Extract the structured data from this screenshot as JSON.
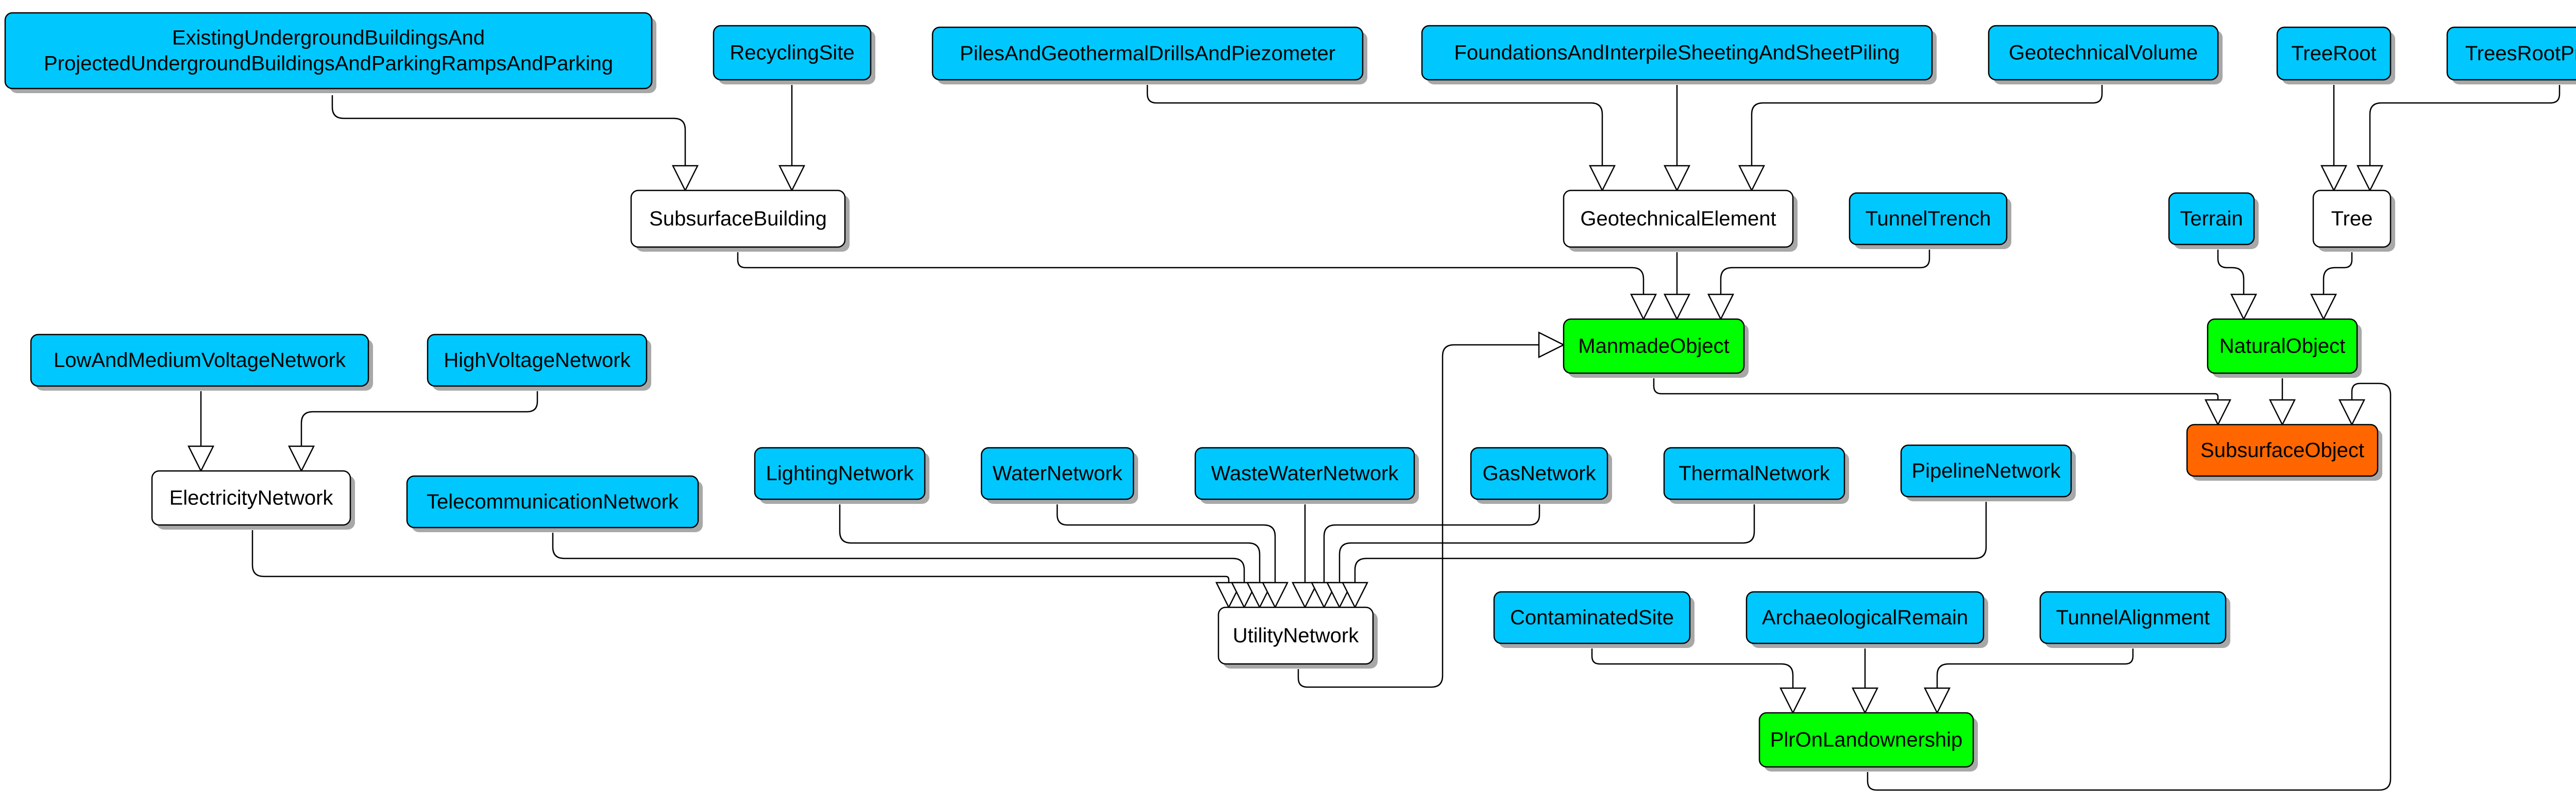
{
  "colors": {
    "leaf": "#00c8ff",
    "abstract": "#ffffff",
    "topic": "#00ff00",
    "root": "#ff6600",
    "shadow": "#a8a8a8",
    "line": "#000000"
  },
  "nodes": [
    {
      "id": "existing-underground",
      "kind": "leaf",
      "lines": [
        "ExistingUndergroundBuildingsAnd",
        "ProjectedUndergroundBuildingsAndParkingRampsAndParking"
      ]
    },
    {
      "id": "recycling-site",
      "kind": "leaf",
      "lines": [
        "RecyclingSite"
      ]
    },
    {
      "id": "piles-geothermal",
      "kind": "leaf",
      "lines": [
        "PilesAndGeothermalDrillsAndPiezometer"
      ]
    },
    {
      "id": "foundations-sheeting",
      "kind": "leaf",
      "lines": [
        "FoundationsAndInterpileSheetingAndSheetPiling"
      ]
    },
    {
      "id": "geotechnical-volume",
      "kind": "leaf",
      "lines": [
        "GeotechnicalVolume"
      ]
    },
    {
      "id": "tree-root",
      "kind": "leaf",
      "lines": [
        "TreeRoot"
      ]
    },
    {
      "id": "trees-root-protection",
      "kind": "leaf",
      "lines": [
        "TreesRootProtection"
      ]
    },
    {
      "id": "subsurface-building",
      "kind": "abstract",
      "lines": [
        "SubsurfaceBuilding"
      ]
    },
    {
      "id": "geotechnical-element",
      "kind": "abstract",
      "lines": [
        "GeotechnicalElement"
      ]
    },
    {
      "id": "tunnel-trench",
      "kind": "leaf",
      "lines": [
        "TunnelTrench"
      ]
    },
    {
      "id": "terrain",
      "kind": "leaf",
      "lines": [
        "Terrain"
      ]
    },
    {
      "id": "tree",
      "kind": "abstract",
      "lines": [
        "Tree"
      ]
    },
    {
      "id": "manmade-object",
      "kind": "topic",
      "lines": [
        "ManmadeObject"
      ]
    },
    {
      "id": "natural-object",
      "kind": "topic",
      "lines": [
        "NaturalObject"
      ]
    },
    {
      "id": "subsurface-object",
      "kind": "root",
      "lines": [
        "SubsurfaceObject"
      ]
    },
    {
      "id": "low-medium-voltage",
      "kind": "leaf",
      "lines": [
        "LowAndMediumVoltageNetwork"
      ]
    },
    {
      "id": "high-voltage",
      "kind": "leaf",
      "lines": [
        "HighVoltageNetwork"
      ]
    },
    {
      "id": "electricity-network",
      "kind": "abstract",
      "lines": [
        "ElectricityNetwork"
      ]
    },
    {
      "id": "telecommunication-network",
      "kind": "leaf",
      "lines": [
        "TelecommunicationNetwork"
      ]
    },
    {
      "id": "lighting-network",
      "kind": "leaf",
      "lines": [
        "LightingNetwork"
      ]
    },
    {
      "id": "water-network",
      "kind": "leaf",
      "lines": [
        "WaterNetwork"
      ]
    },
    {
      "id": "waste-water-network",
      "kind": "leaf",
      "lines": [
        "WasteWaterNetwork"
      ]
    },
    {
      "id": "gas-network",
      "kind": "leaf",
      "lines": [
        "GasNetwork"
      ]
    },
    {
      "id": "thermal-network",
      "kind": "leaf",
      "lines": [
        "ThermalNetwork"
      ]
    },
    {
      "id": "pipeline-network",
      "kind": "leaf",
      "lines": [
        "PipelineNetwork"
      ]
    },
    {
      "id": "utility-network",
      "kind": "abstract",
      "lines": [
        "UtilityNetwork"
      ]
    },
    {
      "id": "contaminated-site",
      "kind": "leaf",
      "lines": [
        "ContaminatedSite"
      ]
    },
    {
      "id": "archaeological-remain",
      "kind": "leaf",
      "lines": [
        "ArchaeologicalRemain"
      ]
    },
    {
      "id": "tunnel-alignment",
      "kind": "leaf",
      "lines": [
        "TunnelAlignment"
      ]
    },
    {
      "id": "plr-on-landownership",
      "kind": "topic",
      "lines": [
        "PlrOnLandownership"
      ]
    }
  ],
  "edges": [
    {
      "from": "existing-underground",
      "to": "subsurface-building"
    },
    {
      "from": "recycling-site",
      "to": "subsurface-building"
    },
    {
      "from": "piles-geothermal",
      "to": "geotechnical-element"
    },
    {
      "from": "foundations-sheeting",
      "to": "geotechnical-element"
    },
    {
      "from": "geotechnical-volume",
      "to": "geotechnical-element"
    },
    {
      "from": "tree-root",
      "to": "tree"
    },
    {
      "from": "trees-root-protection",
      "to": "tree"
    },
    {
      "from": "subsurface-building",
      "to": "manmade-object"
    },
    {
      "from": "geotechnical-element",
      "to": "manmade-object"
    },
    {
      "from": "tunnel-trench",
      "to": "manmade-object"
    },
    {
      "from": "utility-network",
      "to": "manmade-object"
    },
    {
      "from": "terrain",
      "to": "natural-object"
    },
    {
      "from": "tree",
      "to": "natural-object"
    },
    {
      "from": "manmade-object",
      "to": "subsurface-object"
    },
    {
      "from": "natural-object",
      "to": "subsurface-object"
    },
    {
      "from": "plr-on-landownership",
      "to": "subsurface-object"
    },
    {
      "from": "low-medium-voltage",
      "to": "electricity-network"
    },
    {
      "from": "high-voltage",
      "to": "electricity-network"
    },
    {
      "from": "electricity-network",
      "to": "utility-network"
    },
    {
      "from": "telecommunication-network",
      "to": "utility-network"
    },
    {
      "from": "lighting-network",
      "to": "utility-network"
    },
    {
      "from": "water-network",
      "to": "utility-network"
    },
    {
      "from": "waste-water-network",
      "to": "utility-network"
    },
    {
      "from": "gas-network",
      "to": "utility-network"
    },
    {
      "from": "thermal-network",
      "to": "utility-network"
    },
    {
      "from": "pipeline-network",
      "to": "utility-network"
    },
    {
      "from": "contaminated-site",
      "to": "plr-on-landownership"
    },
    {
      "from": "archaeological-remain",
      "to": "plr-on-landownership"
    },
    {
      "from": "tunnel-alignment",
      "to": "plr-on-landownership"
    }
  ]
}
